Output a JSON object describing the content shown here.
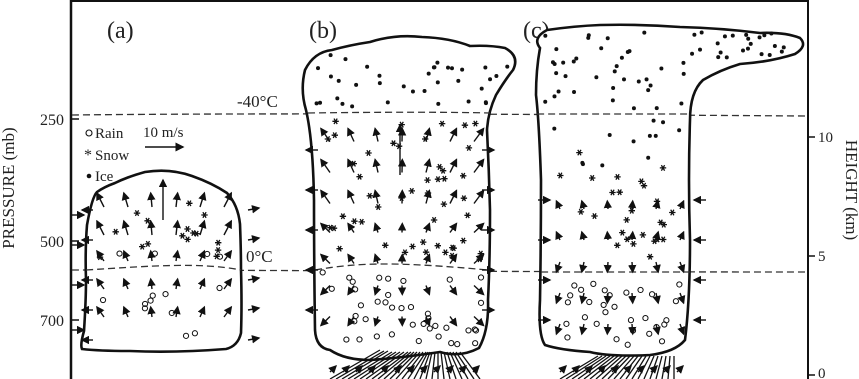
{
  "panels": {
    "a": "(a)",
    "b": "(b)",
    "c": "(c)"
  },
  "axes": {
    "left": {
      "label": "PRESSURE (mb)",
      "ticks": [
        "250",
        "500",
        "700"
      ]
    },
    "right": {
      "label": "HEIGHT (km)",
      "ticks": [
        "10",
        "5",
        "0"
      ]
    }
  },
  "isotherms": {
    "cold": "-40°C",
    "freezing": "0°C"
  },
  "legend": {
    "rain": "Rain",
    "snow": "Snow",
    "ice": "Ice",
    "vector": "10 m/s",
    "rain_icon": "open-circle",
    "snow_icon": "asterisk",
    "ice_icon": "filled-dot"
  }
}
